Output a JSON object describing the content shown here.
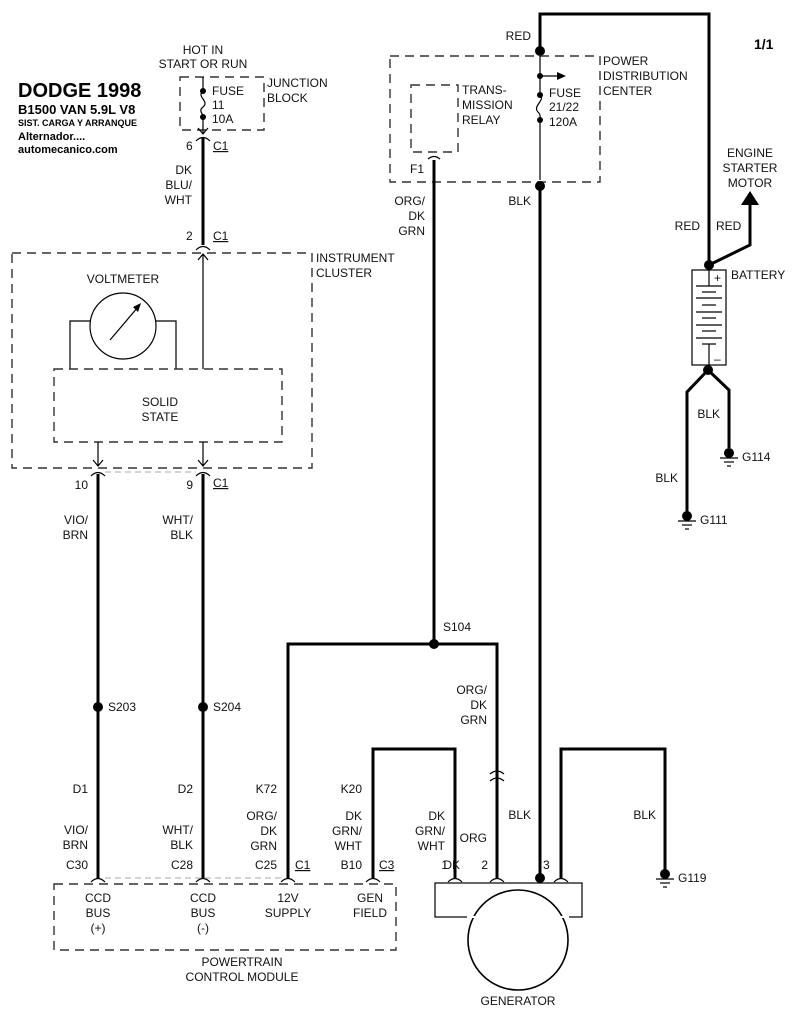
{
  "header": {
    "title": "DODGE 1998",
    "model": "B1500 VAN  5.9L  V8",
    "system": "SIST. CARGA Y ARRANQUE",
    "section": "Alternador....",
    "website": "automecanico.com",
    "page": "1/1"
  },
  "junction_block": {
    "supply_line1": "HOT IN",
    "supply_line2": "START OR RUN",
    "label_line1": "JUNCTION",
    "label_line2": "BLOCK",
    "fuse_line1": "FUSE",
    "fuse_line2": "11",
    "fuse_line3": "10A",
    "pin": "6",
    "connector": "C1"
  },
  "wire_dk_blu_wht": {
    "line1": "DK",
    "line2": "BLU/",
    "line3": "WHT"
  },
  "instrument_cluster": {
    "label_line1": "INSTRUMENT",
    "label_line2": "CLUSTER",
    "input_pin": "2",
    "input_connector": "C1",
    "voltmeter": "VOLTMETER",
    "solid_state_line1": "SOLID",
    "solid_state_line2": "STATE",
    "pin_left": "10",
    "pin_right": "9",
    "output_connector": "C1"
  },
  "ccd_wires": {
    "left": {
      "color_line1": "VIO/",
      "color_line2": "BRN",
      "splice": "S203",
      "circuit": "D1",
      "pcm_pin": "C30"
    },
    "right": {
      "color_line1": "WHT/",
      "color_line2": "BLK",
      "splice": "S204",
      "circuit": "D2",
      "pcm_pin": "C28"
    }
  },
  "pdc": {
    "label_line1": "POWER",
    "label_line2": "DISTRIBUTION",
    "label_line3": "CENTER",
    "input_wire": "RED",
    "output_wire": "BLK",
    "relay_line1": "TRANS-",
    "relay_line2": "MISSION",
    "relay_line3": "RELAY",
    "relay_pin": "F1",
    "fuse_line1": "FUSE",
    "fuse_line2": "21/22",
    "fuse_line3": "120A"
  },
  "relay_wire": {
    "line1": "ORG/",
    "line2": "DK",
    "line3": "GRN"
  },
  "splice_s104": "S104",
  "battery_section": {
    "starter_line1": "ENGINE",
    "starter_line2": "STARTER",
    "starter_line3": "MOTOR",
    "wire_left": "RED",
    "wire_right": "RED",
    "battery": "BATTERY",
    "plus": "+",
    "minus": "–",
    "ground_wire_right": "BLK",
    "ground_wire_left": "BLK",
    "ground_right": "G114",
    "ground_left": "G111"
  },
  "pcm": {
    "label_line1": "POWERTRAIN",
    "label_line2": "CONTROL MODULE",
    "k72": {
      "circuit": "K72",
      "color_line1": "ORG/",
      "color_line2": "DK",
      "color_line3": "GRN",
      "pin": "C25",
      "connector": "C1"
    },
    "k20": {
      "circuit": "K20",
      "color_line1": "DK",
      "color_line2": "GRN/",
      "color_line3": "WHT",
      "pin": "B10",
      "connector": "C3"
    },
    "terminals": [
      {
        "line1": "CCD",
        "line2": "BUS",
        "line3": "(+)"
      },
      {
        "line1": "CCD",
        "line2": "BUS",
        "line3": "(-)"
      },
      {
        "line1": "12V",
        "line2": "SUPPLY",
        "line3": ""
      },
      {
        "line1": "GEN",
        "line2": "FIELD",
        "line3": ""
      }
    ]
  },
  "generator": {
    "label": "GENERATOR",
    "pin1": "1",
    "pin2": "2",
    "pin3": "3",
    "pin1_wire_line1": "DK",
    "pin1_wire_line2": "GRN/",
    "pin1_wire_line3": "WHT",
    "pin2_wire": "ORG",
    "pin2_upper_line1": "ORG/",
    "pin2_upper_line2": "DK",
    "pin2_upper_line3": "GRN",
    "pin3_wire": "BLK",
    "case_ground_wire": "BLK",
    "case_ground": "G119"
  }
}
